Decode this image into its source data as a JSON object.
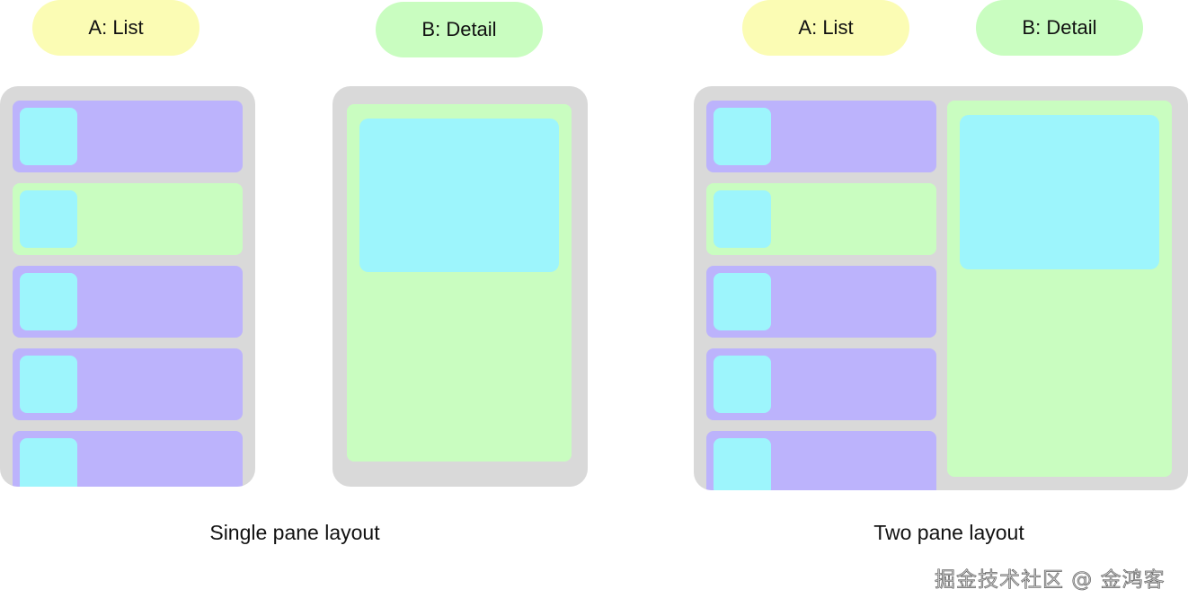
{
  "single_pane": {
    "label_a": "A: List",
    "label_b": "B: Detail",
    "caption": "Single pane layout",
    "list_items": [
      {
        "variant": "purple"
      },
      {
        "variant": "green"
      },
      {
        "variant": "purple"
      },
      {
        "variant": "purple"
      },
      {
        "variant": "purple"
      }
    ]
  },
  "two_pane": {
    "label_a": "A: List",
    "label_b": "B: Detail",
    "caption": "Two pane layout",
    "list_items": [
      {
        "variant": "purple"
      },
      {
        "variant": "green"
      },
      {
        "variant": "purple"
      },
      {
        "variant": "purple"
      },
      {
        "variant": "purple"
      }
    ]
  },
  "watermark": "掘金技术社区 @ 金鸿客",
  "colors": {
    "list_label_bg": "#fbfcb4",
    "detail_label_bg": "#c9fdc0",
    "device_frame": "#d9d9d9",
    "list_item": "#bcb3fc",
    "selected_item": "#c9fdc0",
    "thumbnail": "#9df5fc",
    "detail_pane": "#c9fdc0"
  }
}
